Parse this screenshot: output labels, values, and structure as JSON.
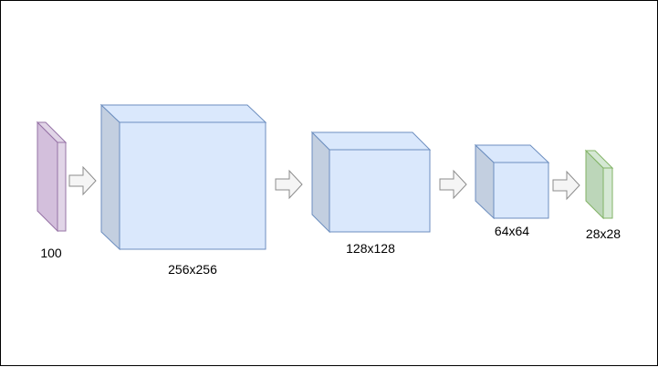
{
  "diagram": {
    "layers": [
      {
        "label": "100",
        "face": "#e1d5e7",
        "stroke": "#9673a6",
        "shade": "#d3bfdc"
      },
      {
        "label": "256x256",
        "face": "#dae8fc",
        "stroke": "#6c8ebf",
        "shade": "#c3cfe0"
      },
      {
        "label": "128x128",
        "face": "#dae8fc",
        "stroke": "#6c8ebf",
        "shade": "#c3cfe0"
      },
      {
        "label": "64x64",
        "face": "#dae8fc",
        "stroke": "#6c8ebf",
        "shade": "#c3cfe0"
      },
      {
        "label": "28x28",
        "face": "#d5e8d4",
        "stroke": "#82b366",
        "shade": "#bcd6b9"
      }
    ],
    "arrow_color": "#f5f5f5",
    "arrow_stroke": "#8c8c8c"
  }
}
